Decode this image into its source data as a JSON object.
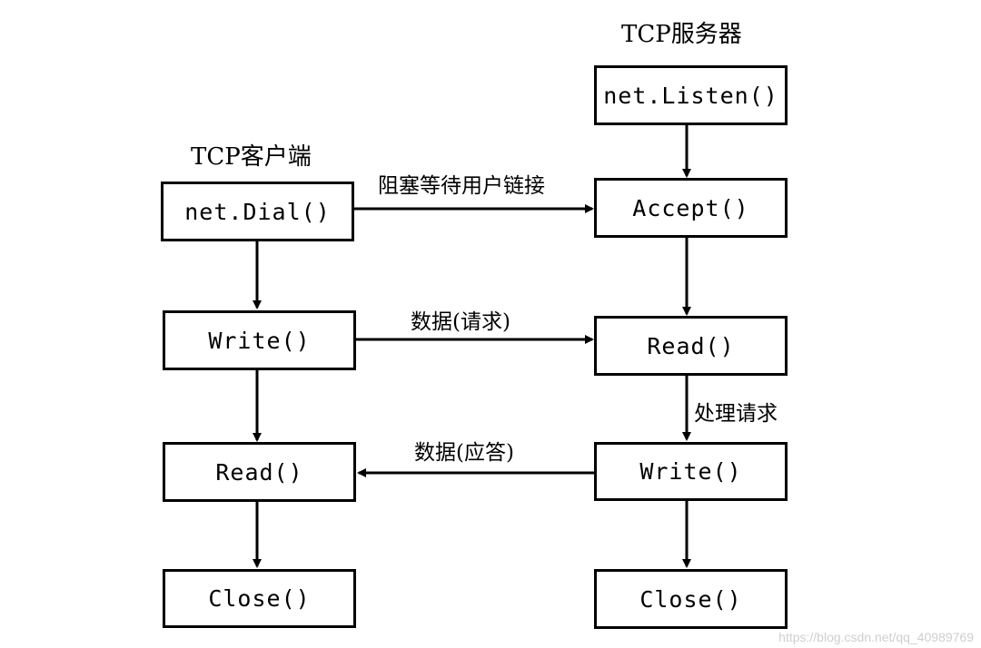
{
  "client": {
    "title": "TCP客户端",
    "dial": "net.Dial()",
    "write": "Write()",
    "read": "Read()",
    "close": "Close()"
  },
  "server": {
    "title": "TCP服务器",
    "listen": "net.Listen()",
    "accept": "Accept()",
    "read": "Read()",
    "write": "Write()",
    "close": "Close()"
  },
  "edges": {
    "connect": "阻塞等待用户链接",
    "request": "数据(请求)",
    "process": "处理请求",
    "response": "数据(应答)"
  },
  "watermark": "https://blog.csdn.net/qq_40989769"
}
